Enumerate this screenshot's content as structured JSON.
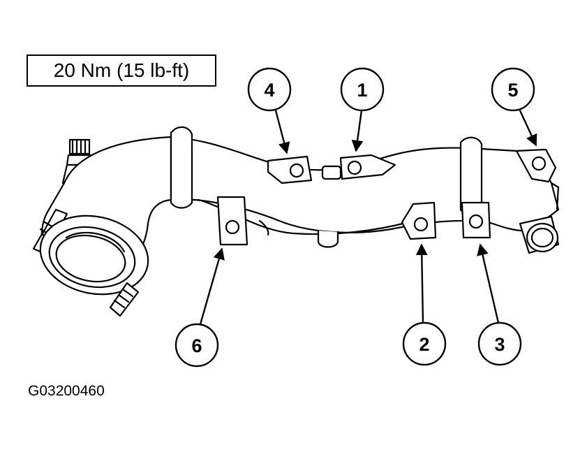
{
  "torque_spec": "20 Nm (15 lb-ft)",
  "figure_code": "G03200460",
  "callouts": [
    "1",
    "2",
    "3",
    "4",
    "5",
    "6"
  ]
}
